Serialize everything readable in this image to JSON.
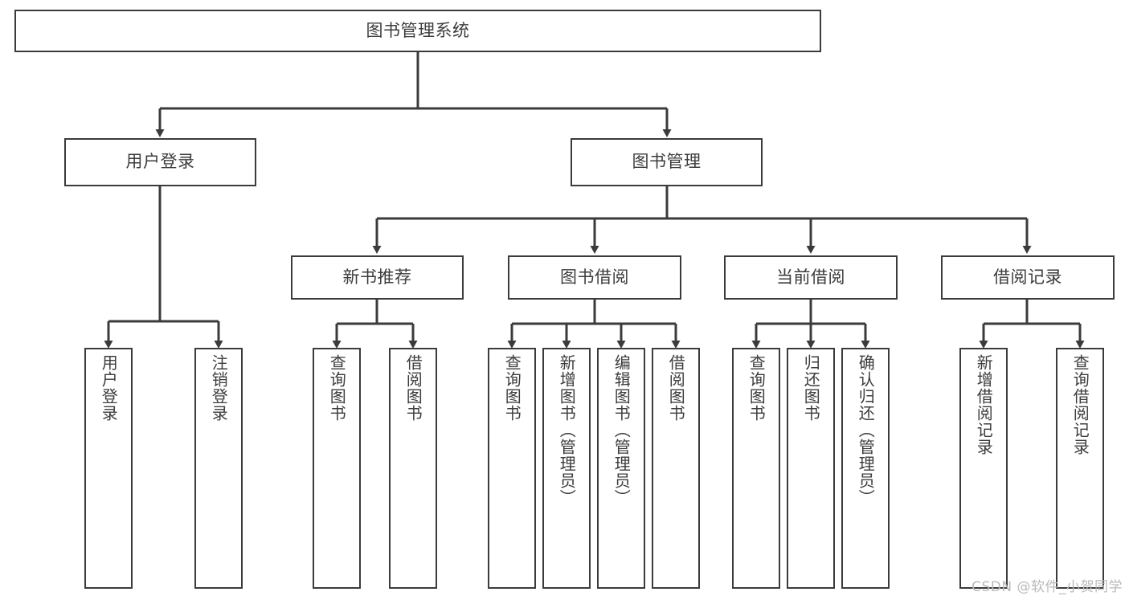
{
  "diagram": {
    "title": "图书管理系统",
    "type": "tree",
    "orientation": "top-down",
    "colors": {
      "box_border": "#3b3b3b",
      "box_fill": "#ffffff",
      "connector": "#3b3b3b",
      "text": "#3c3c3c",
      "watermark": "#b9b9b9",
      "background": "#ffffff"
    },
    "nodes": {
      "root": {
        "label": "图书管理系统"
      },
      "level2": [
        {
          "label": "用户登录"
        },
        {
          "label": "图书管理"
        }
      ],
      "level3": [
        {
          "label": "新书推荐"
        },
        {
          "label": "图书借阅"
        },
        {
          "label": "当前借阅"
        },
        {
          "label": "借阅记录"
        }
      ],
      "leaves": [
        {
          "label": "用户登录",
          "parent": "用户登录"
        },
        {
          "label": "注销登录",
          "parent": "用户登录"
        },
        {
          "label": "查询图书",
          "parent": "新书推荐"
        },
        {
          "label": "借阅图书",
          "parent": "新书推荐"
        },
        {
          "label": "查询图书",
          "parent": "图书借阅"
        },
        {
          "label": "新增图书（管理员）",
          "parent": "图书借阅"
        },
        {
          "label": "编辑图书（管理员）",
          "parent": "图书借阅"
        },
        {
          "label": "借阅图书",
          "parent": "图书借阅"
        },
        {
          "label": "查询图书",
          "parent": "当前借阅"
        },
        {
          "label": "归还图书",
          "parent": "当前借阅"
        },
        {
          "label": "确认归还（管理员）",
          "parent": "当前借阅"
        },
        {
          "label": "新增借阅记录",
          "parent": "借阅记录"
        },
        {
          "label": "查询借阅记录",
          "parent": "借阅记录"
        }
      ]
    },
    "watermark": "CSDN @软件_小贺同学"
  }
}
